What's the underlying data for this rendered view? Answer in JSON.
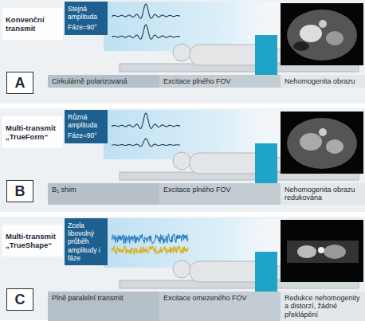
{
  "diagram": {
    "nodes": [
      {
        "text": [
          "Konvenční transmit"
        ]
      },
      {
        "text": [
          "Stejná amplituda",
          "Fáze=90°"
        ]
      },
      {
        "text": [
          "A"
        ]
      },
      {
        "text": [
          "Cirkulárně polarizovaná"
        ]
      },
      {
        "text": [
          "Excitace plného FOV"
        ]
      },
      {
        "text": [
          "Nehomogenita obrazu"
        ]
      },
      {
        "text": [
          "Multi-transmit „TrueForm“"
        ]
      },
      {
        "text": [
          "Různá amplituda",
          "Fáze=90°"
        ]
      },
      {
        "text": [
          "B"
        ]
      },
      {
        "text": [
          "B₁ shim"
        ]
      },
      {
        "text": [
          "Excitace plného FOV"
        ]
      },
      {
        "text": [
          "Nehomogenita obrazu redukována"
        ]
      },
      {
        "text": [
          "Multi-transmit „TrueShape“"
        ]
      },
      {
        "text": [
          "Zcela libovolný průběh amplitudy i fáze"
        ]
      },
      {
        "text": [
          "C"
        ]
      },
      {
        "text": [
          "Plně paralelní transmit"
        ]
      },
      {
        "text": [
          "Excitace omezeného FOV"
        ]
      },
      {
        "text": [
          "Redukce nehomogenity a distorzí, žádné překlápění"
        ]
      }
    ]
  }
}
